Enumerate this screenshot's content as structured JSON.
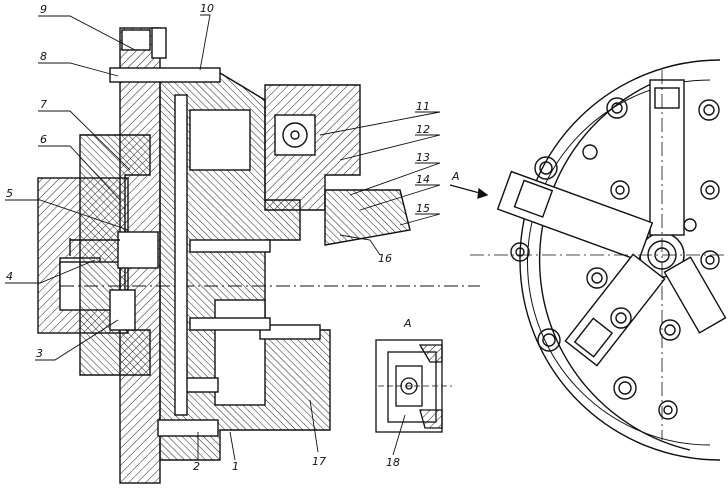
{
  "figure": {
    "view_label": "A",
    "detail_label": "A",
    "callouts": [
      "1",
      "2",
      "3",
      "4",
      "5",
      "6",
      "7",
      "8",
      "9",
      "10",
      "11",
      "12",
      "13",
      "14",
      "15",
      "16",
      "17",
      "18"
    ]
  }
}
